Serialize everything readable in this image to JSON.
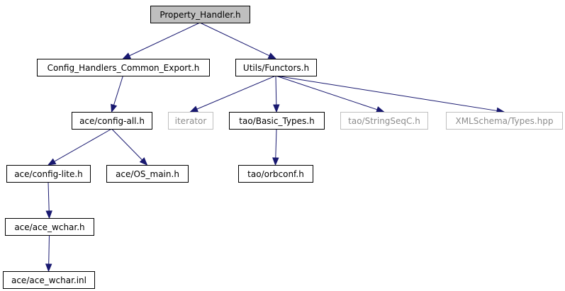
{
  "nodes": [
    {
      "id": "property_handler",
      "label": "Property_Handler.h",
      "style": "focus"
    },
    {
      "id": "config_export",
      "label": "Config_Handlers_Common_Export.h",
      "style": "normal"
    },
    {
      "id": "utils_functors",
      "label": "Utils/Functors.h",
      "style": "normal"
    },
    {
      "id": "config_all",
      "label": "ace/config-all.h",
      "style": "normal"
    },
    {
      "id": "iterator",
      "label": "iterator",
      "style": "external"
    },
    {
      "id": "basic_types",
      "label": "tao/Basic_Types.h",
      "style": "normal"
    },
    {
      "id": "stringseqc",
      "label": "tao/StringSeqC.h",
      "style": "external"
    },
    {
      "id": "xmlschema_types",
      "label": "XMLSchema/Types.hpp",
      "style": "external"
    },
    {
      "id": "config_lite",
      "label": "ace/config-lite.h",
      "style": "normal"
    },
    {
      "id": "os_main",
      "label": "ace/OS_main.h",
      "style": "normal"
    },
    {
      "id": "orbconf",
      "label": "tao/orbconf.h",
      "style": "normal"
    },
    {
      "id": "ace_wchar_h",
      "label": "ace/ace_wchar.h",
      "style": "normal"
    },
    {
      "id": "ace_wchar_inl",
      "label": "ace/ace_wchar.inl",
      "style": "normal"
    }
  ],
  "edges": [
    {
      "from": "property_handler",
      "to": "config_export"
    },
    {
      "from": "property_handler",
      "to": "utils_functors"
    },
    {
      "from": "config_export",
      "to": "config_all"
    },
    {
      "from": "utils_functors",
      "to": "iterator"
    },
    {
      "from": "utils_functors",
      "to": "basic_types"
    },
    {
      "from": "utils_functors",
      "to": "stringseqc"
    },
    {
      "from": "utils_functors",
      "to": "xmlschema_types"
    },
    {
      "from": "config_all",
      "to": "config_lite"
    },
    {
      "from": "config_all",
      "to": "os_main"
    },
    {
      "from": "basic_types",
      "to": "orbconf"
    },
    {
      "from": "config_lite",
      "to": "ace_wchar_h"
    },
    {
      "from": "ace_wchar_h",
      "to": "ace_wchar_inl"
    }
  ],
  "colors": {
    "edge": "#191970",
    "focus_fill": "#bfbfbf",
    "external_border": "#bfbfbf",
    "external_text": "#8c8c8c"
  }
}
